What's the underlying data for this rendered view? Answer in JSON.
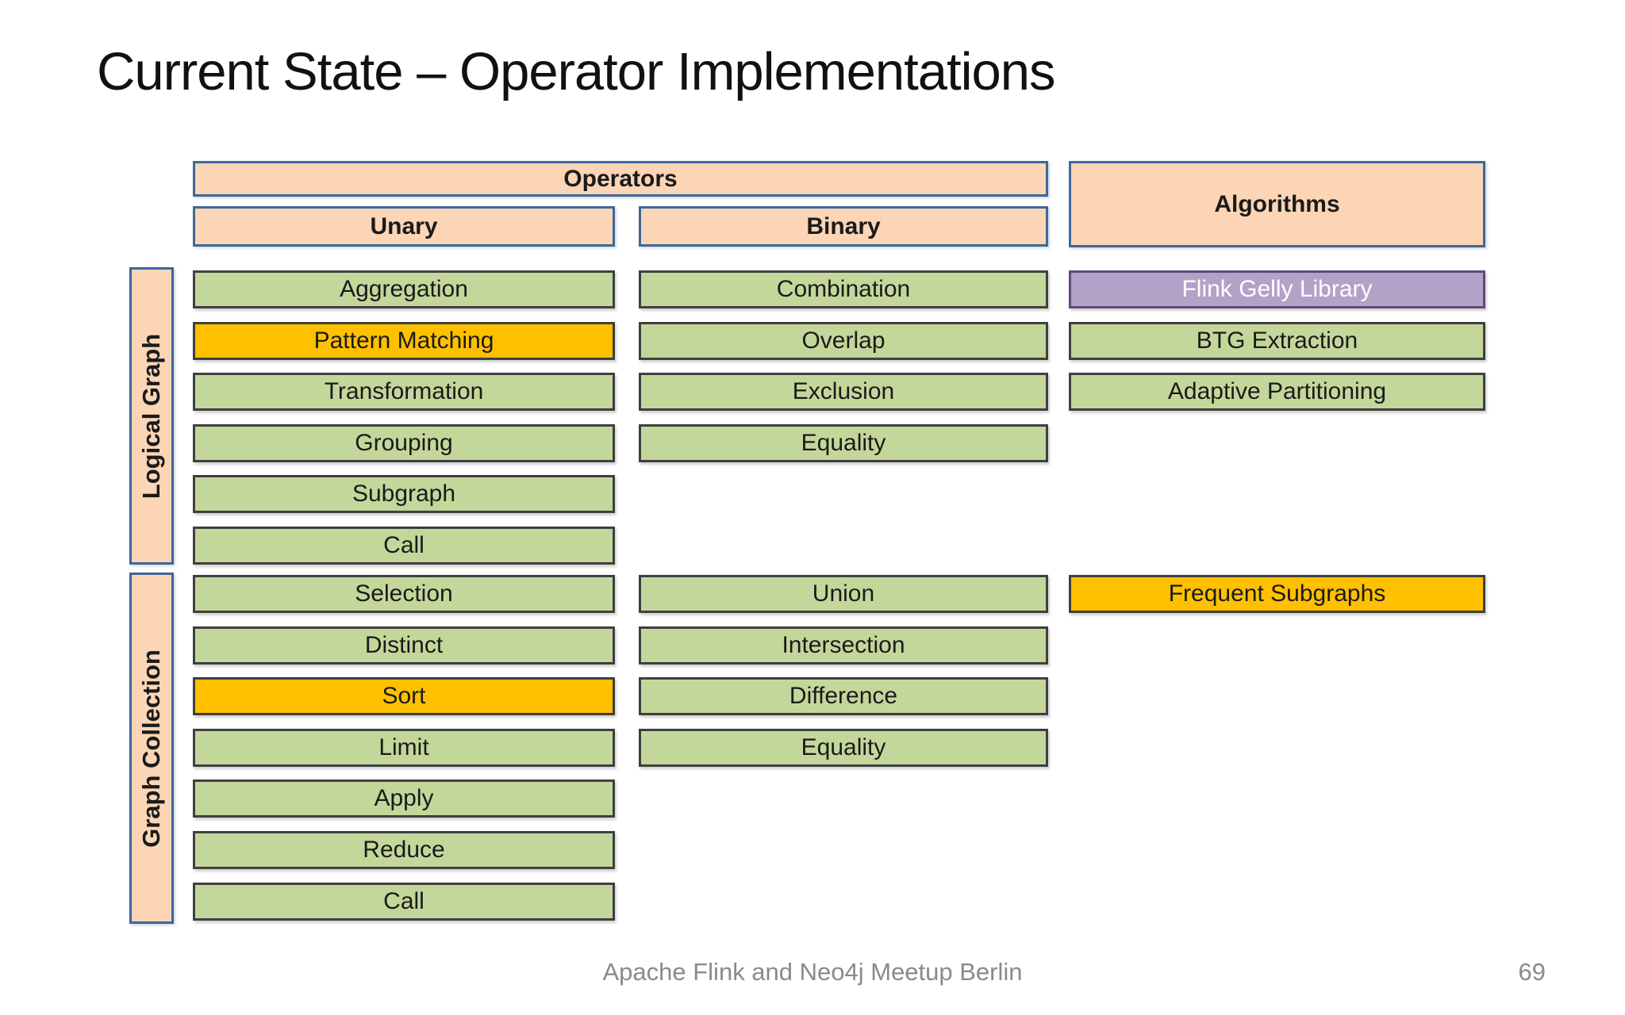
{
  "title": "Current State – Operator Implementations",
  "headers": {
    "operators": "Operators",
    "unary": "Unary",
    "binary": "Binary",
    "algorithms": "Algorithms"
  },
  "sections": [
    {
      "label": "Logical Graph",
      "unary": [
        {
          "label": "Aggregation",
          "type": "green"
        },
        {
          "label": "Pattern Matching",
          "type": "orange"
        },
        {
          "label": "Transformation",
          "type": "green"
        },
        {
          "label": "Grouping",
          "type": "green"
        },
        {
          "label": "Subgraph",
          "type": "green"
        },
        {
          "label": "Call",
          "type": "green"
        }
      ],
      "binary": [
        {
          "label": "Combination",
          "type": "green"
        },
        {
          "label": "Overlap",
          "type": "green"
        },
        {
          "label": "Exclusion",
          "type": "green"
        },
        {
          "label": "Equality",
          "type": "green"
        }
      ],
      "algorithms": [
        {
          "label": "Flink Gelly Library",
          "type": "purple"
        },
        {
          "label": "BTG Extraction",
          "type": "green"
        },
        {
          "label": "Adaptive Partitioning",
          "type": "green"
        }
      ]
    },
    {
      "label": "Graph Collection",
      "unary": [
        {
          "label": "Selection",
          "type": "green"
        },
        {
          "label": "Distinct",
          "type": "green"
        },
        {
          "label": "Sort",
          "type": "orange"
        },
        {
          "label": "Limit",
          "type": "green"
        },
        {
          "label": "Apply",
          "type": "green"
        },
        {
          "label": "Reduce",
          "type": "green"
        },
        {
          "label": "Call",
          "type": "green"
        }
      ],
      "binary": [
        {
          "label": "Union",
          "type": "green"
        },
        {
          "label": "Intersection",
          "type": "green"
        },
        {
          "label": "Difference",
          "type": "green"
        },
        {
          "label": "Equality",
          "type": "green"
        }
      ],
      "algorithms": [
        {
          "label": "Frequent Subgraphs",
          "type": "orange"
        }
      ]
    }
  ],
  "footer": {
    "text": "Apache Flink and Neo4j Meetup Berlin",
    "page": "69"
  },
  "colors": {
    "header_fill": "#FBD5B5",
    "header_border": "#3D6899",
    "implemented_fill": "#C4D79B",
    "in_progress_fill": "#FFC000",
    "library_fill": "#B3A2C7",
    "box_border": "#3F3F3F",
    "footer_text": "#8A8A8A"
  }
}
